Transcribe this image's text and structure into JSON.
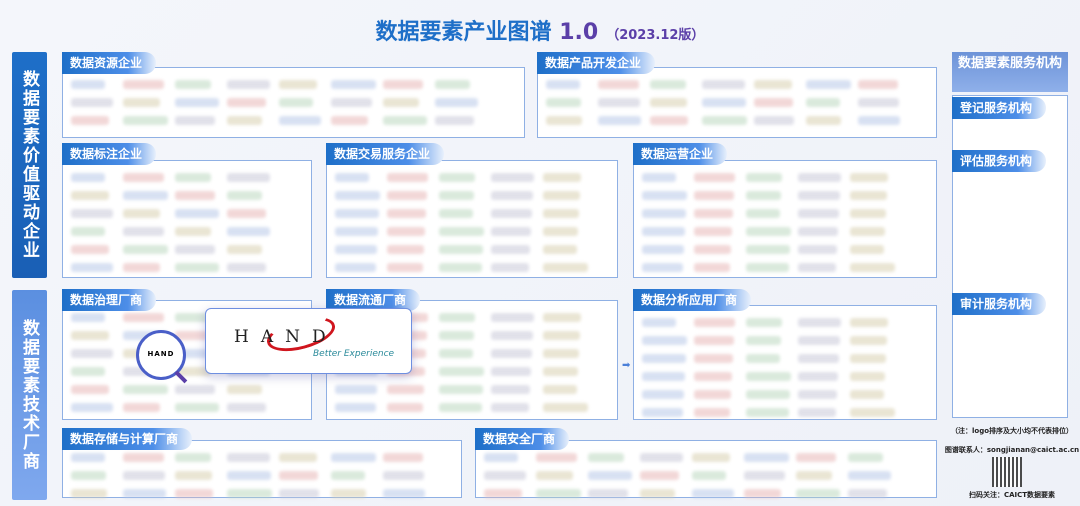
{
  "header": {
    "title": "数据要素产业图谱",
    "version": "1.0",
    "edition": "（2023.12版）"
  },
  "left_bars": [
    "数据要素价值驱动企业",
    "数据要素技术厂商"
  ],
  "sections": [
    {
      "label": "数据资源企业"
    },
    {
      "label": "数据产品开发企业"
    },
    {
      "label": "数据标注企业"
    },
    {
      "label": "数据交易服务企业"
    },
    {
      "label": "数据运营企业"
    },
    {
      "label": "数据治理厂商"
    },
    {
      "label": "数据流通厂商"
    },
    {
      "label": "数据分析应用厂商"
    },
    {
      "label": "数据存储与计算厂商"
    },
    {
      "label": "数据安全厂商"
    }
  ],
  "right": {
    "title": "数据要素服务机构",
    "subs": [
      "登记服务机构",
      "评估服务机构",
      "审计服务机构"
    ]
  },
  "highlight": {
    "logo": "HAND",
    "tagline": "Better Experience"
  },
  "notes": {
    "disclaimer": "（注：logo排序及大小均不代表排位）",
    "contact": "图谱联系人：songjianan@caict.ac.cn",
    "follow": "扫码关注：CAICT数据要素"
  },
  "colors": {
    "primary": "#1e6fc8",
    "accent": "#5b3fa8"
  }
}
